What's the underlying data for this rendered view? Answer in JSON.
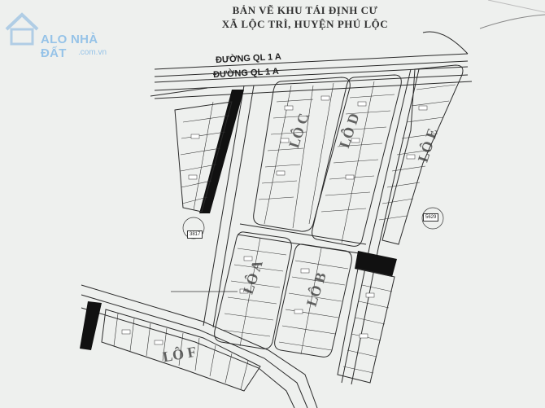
{
  "title": {
    "line1": "BẢN VẼ KHU TÁI ĐỊNH CƯ",
    "line2": "XÃ LỘC TRÌ, HUYỆN PHÚ LỘC"
  },
  "watermark": {
    "brand": "ALO NHÀ ĐẤT",
    "domain": ".com.vn"
  },
  "roads": {
    "ql1a_top": "ĐƯỜNG QL 1 A",
    "ql1a_bottom": "ĐƯỜNG QL 1 A"
  },
  "lots": {
    "c": "LÔ C",
    "d": "LÔ D",
    "e": "LÔ E",
    "a": "LÔ A",
    "b": "LÔ B",
    "f": "LÔ F"
  },
  "plots": {
    "left": "3817",
    "right": "5629"
  },
  "colors": {
    "background": "#eef0ee",
    "line": "#2a2a2a",
    "fill_dark": "#111111",
    "watermark": "#78b4e6"
  }
}
